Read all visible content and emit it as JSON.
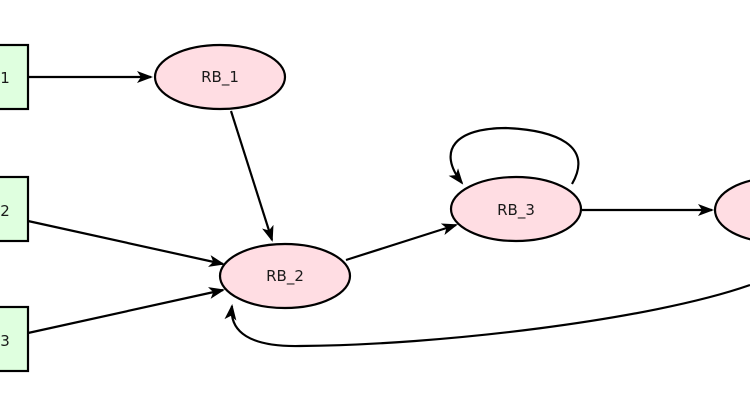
{
  "diagram": {
    "inputs": [
      {
        "id": "in1",
        "label": "1"
      },
      {
        "id": "in2",
        "label": "2"
      },
      {
        "id": "in3",
        "label": "3"
      }
    ],
    "nodes": [
      {
        "id": "rb1",
        "label": "RB_1"
      },
      {
        "id": "rb2",
        "label": "RB_2"
      },
      {
        "id": "rb3",
        "label": "RB_3"
      },
      {
        "id": "rb4",
        "label": ""
      }
    ],
    "edges": [
      {
        "from": "in1",
        "to": "rb1"
      },
      {
        "from": "rb1",
        "to": "rb2"
      },
      {
        "from": "in2",
        "to": "rb2"
      },
      {
        "from": "in3",
        "to": "rb2"
      },
      {
        "from": "rb2",
        "to": "rb3"
      },
      {
        "from": "rb3",
        "to": "rb3"
      },
      {
        "from": "rb3",
        "to": "rb4"
      },
      {
        "from": "rb4",
        "to": "rb2"
      }
    ],
    "colors": {
      "input_fill": "#dfffdf",
      "node_fill": "#ffdde3",
      "stroke": "#000000"
    }
  }
}
